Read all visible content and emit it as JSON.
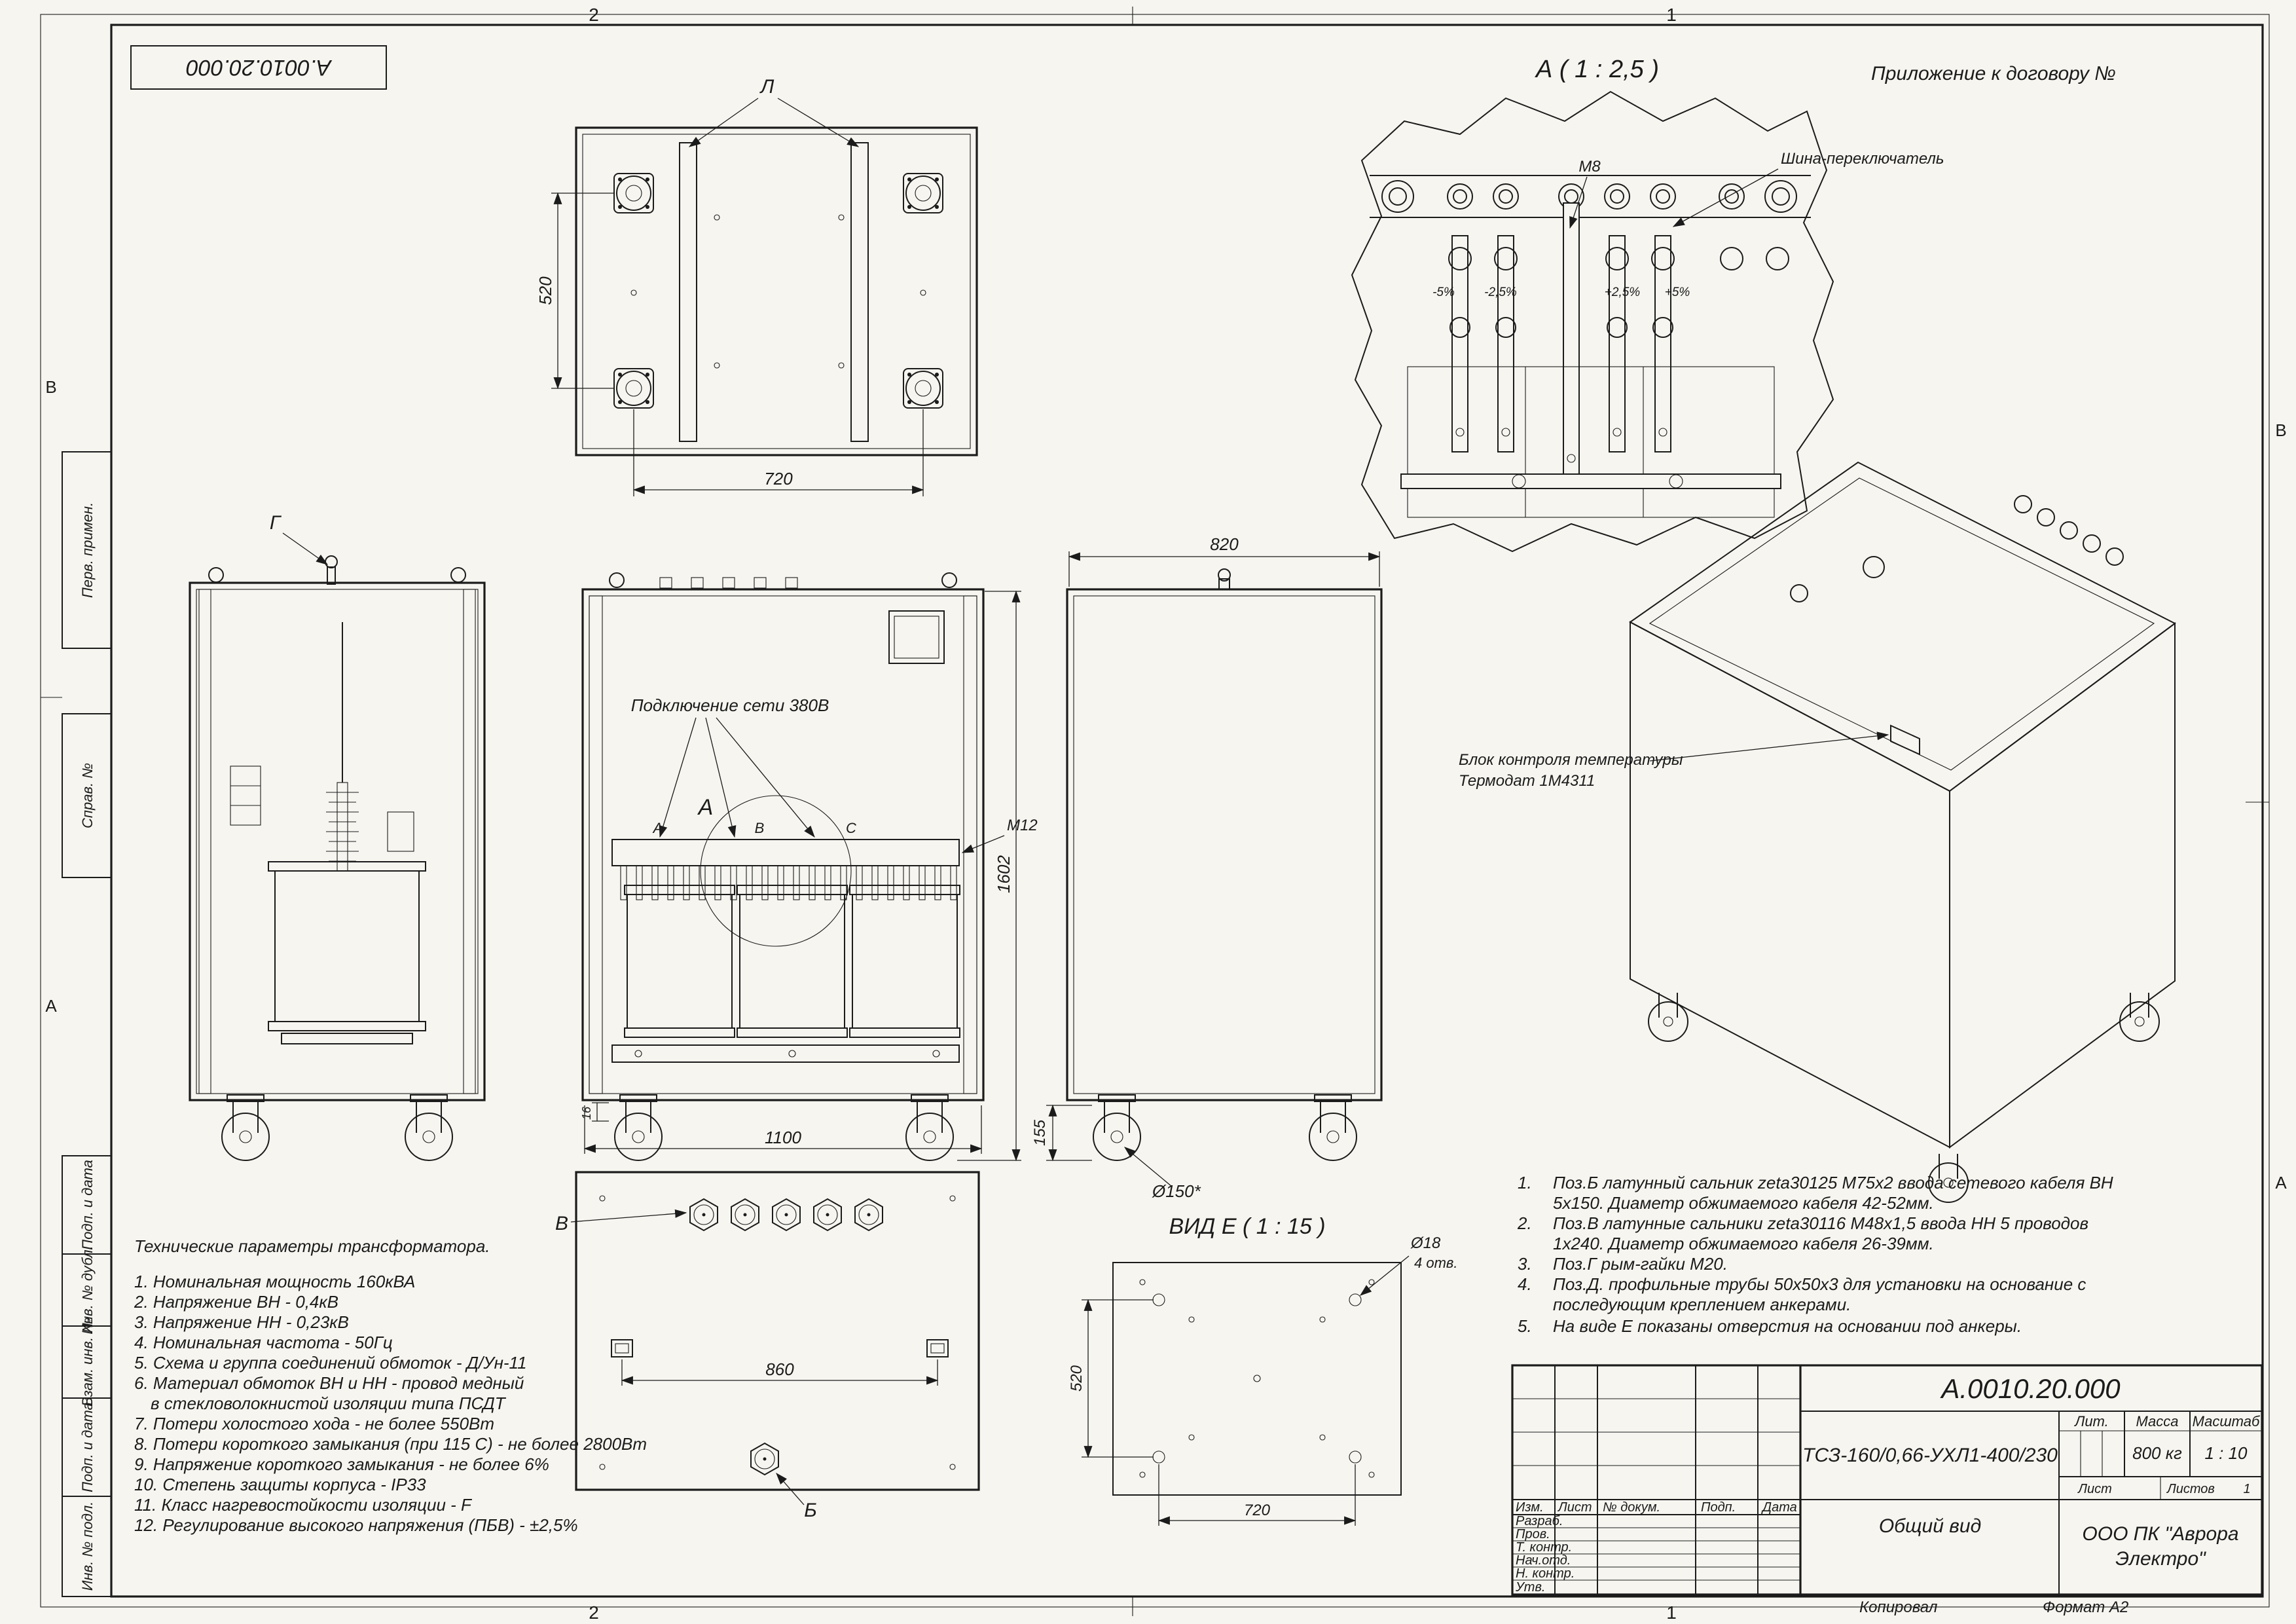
{
  "page": {
    "zones": {
      "top_left": "2",
      "top_right": "1",
      "bottom_left": "2",
      "bottom_right": "1",
      "left_top": "В",
      "left_bottom": "А",
      "right_top": "В",
      "right_bottom": "А"
    },
    "inverted_stamp": "А.0010.20.000",
    "appendix": "Приложение      к договору №",
    "copied": "Копировал",
    "format": "Формат А2"
  },
  "margin": {
    "perv": "Перв. примен.",
    "sprav": "Справ. №",
    "podp1": "Подп. и дата",
    "dubl": "Инв. № дубл.",
    "vzam": "Взам. инв. №",
    "podp2": "Подп. и дата",
    "podl": "Инв. № подл."
  },
  "top_view": {
    "label": "Л",
    "dim_v": "520",
    "dim_h": "720"
  },
  "detail_a": {
    "title": "А ( 1 : 2,5 )",
    "m8": "М8",
    "bus": "Шина-переключатель",
    "tap1": "-5%",
    "tap2": "-2,5%",
    "tap3": "+2,5%",
    "tap4": "+5%"
  },
  "left_view": {
    "label": "Г"
  },
  "front_view": {
    "connect": "Подключение сети 380В",
    "phase_a": "А",
    "phase_b": "В",
    "phase_c": "С",
    "marker": "А",
    "m12": "М12",
    "dim_w": "1100",
    "dim_h": "1602",
    "dim_s": "16"
  },
  "right_view": {
    "dim_w": "820",
    "dim_h": "155",
    "wheel": "Ø150*"
  },
  "iso": {
    "line1": "Блок контроля температуры",
    "line2": "Термодат 1М4311"
  },
  "bottom_view": {
    "label_v": "В",
    "label_b": "Б",
    "dim": "860"
  },
  "view_e": {
    "title": "ВИД Е ( 1 : 15 )",
    "dia": "Ø18",
    "holes": "4 отв.",
    "dim_v": "520",
    "dim_h": "720"
  },
  "tech": {
    "title": "Технические параметры трансформатора.",
    "lines": [
      "1. Номинальная мощность 160кВА",
      "2. Напряжение ВН - 0,4кВ",
      "3. Напряжение НН - 0,23кВ",
      "4. Номинальная частота - 50Гц",
      "5. Схема и группа соединений обмоток - Д/Ун-11",
      "6. Материал обмоток ВН и НН -  провод медный",
      "в стекловолокнистой изоляции типа ПСДТ",
      "7. Потери холостого хода - не более 550Вт",
      "8. Потери короткого замыкания (при 115 С) - не более 2800Вт",
      "9. Напряжение короткого замыкания - не более 6%",
      "10. Степень защиты корпуса - IР33",
      "11. Класс нагревостойкости изоляции - F",
      "12. Регулирование высокого напряжения (ПБВ) - ±2,5%"
    ]
  },
  "notes": {
    "n1": "1.",
    "n2": "2.",
    "n3": "3.",
    "n4": "4.",
    "n5": "5.",
    "lines": [
      "Поз.Б латунный сальник zeta30125 М75х2 ввода сетевого кабеля ВН",
      "5х150. Диаметр обжимаемого кабеля 42-52мм.",
      "Поз.В латунные сальники zeta30116 М48х1,5 ввода НН 5 проводов",
      "1х240. Диаметр обжимаемого кабеля 26-39мм.",
      "Поз.Г рым-гайки М20.",
      "Поз.Д. профильные трубы 50х50х3 для установки на основание с",
      "последующим креплением анкерами.",
      "На виде Е показаны отверстия на основании под анкеры."
    ]
  },
  "tb": {
    "doc": "А.0010.20.000",
    "desig": "ТСЗ-160/0,66-УХЛ1-400/230",
    "name": "Общий вид",
    "company1": "ООО ПК \"Аврора",
    "company2": "Электро\"",
    "lit": "Лит.",
    "mass": "Масса",
    "scale": "Масштаб",
    "mass_v": "800 кг",
    "scale_v": "1 : 10",
    "sheet": "Лист",
    "sheets": "Листов",
    "sheets_v": "1",
    "izm": "Изм.",
    "list": "Лист",
    "ndoc": "№ докум.",
    "podp": "Подп.",
    "data": "Дата",
    "razrab": "Разраб.",
    "prov": "Пров.",
    "tkontr": "Т. контр.",
    "nachotd": "Нач.отд.",
    "nkontr": "Н. контр.",
    "utv": "Утв."
  }
}
